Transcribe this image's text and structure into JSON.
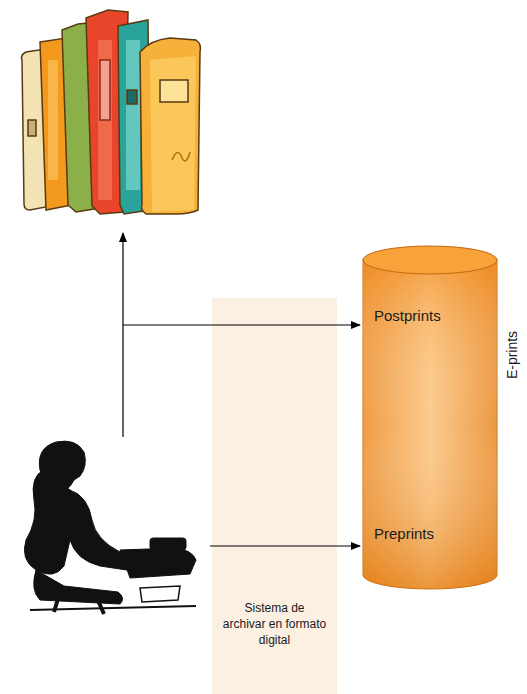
{
  "diagram": {
    "nodes": [
      {
        "text": [
          "Sistema de archivar en formato digital"
        ]
      },
      {
        "text": [
          "Postprints",
          "Preprints",
          "E-prints"
        ]
      }
    ]
  }
}
